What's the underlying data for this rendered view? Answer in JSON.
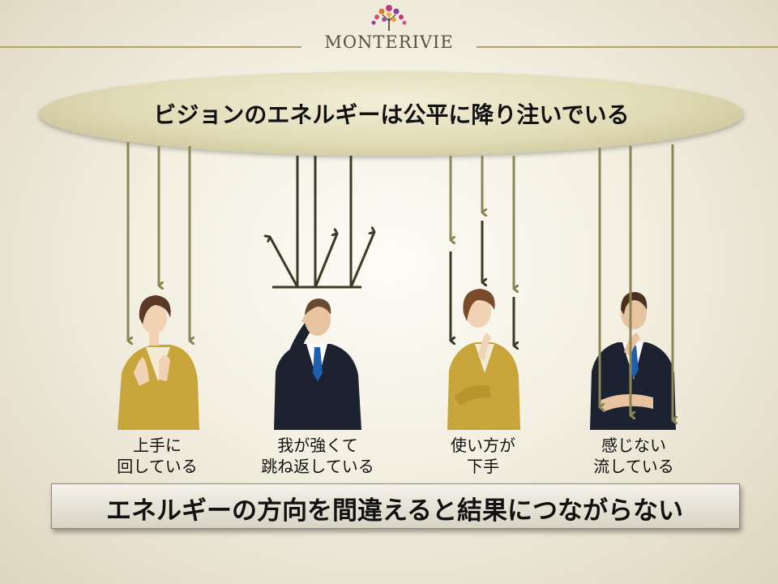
{
  "brand": {
    "name": "MONTERIVIE"
  },
  "headline": "ビジョンのエネルギーは公平に降り注いでいる",
  "figures": [
    {
      "caption_line1": "上手に",
      "caption_line2": "回している"
    },
    {
      "caption_line1": "我が強くて",
      "caption_line2": "跳ね返している"
    },
    {
      "caption_line1": "使い方が",
      "caption_line2": "下手"
    },
    {
      "caption_line1": "感じない",
      "caption_line2": "流している"
    }
  ],
  "conclusion": "エネルギーの方向を間違えると結果につながらない",
  "colors": {
    "arrow_olive": "#8a8655",
    "arrow_dark": "#3b3a26",
    "suit_tan": "#c8a53a",
    "suit_dark": "#1c2230",
    "header_gold": "#b4a26a"
  }
}
